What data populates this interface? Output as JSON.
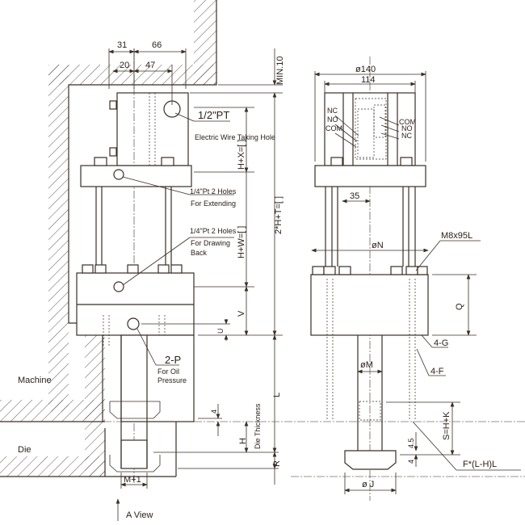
{
  "left_view": {
    "dims": {
      "d31": "31",
      "d66": "66",
      "d20": "20",
      "d47": "47",
      "min10": "MIN.10",
      "hx": "H+X=[  ]",
      "hw": "H+W=[  ]",
      "two_h_t": "2*H+T=[  ]",
      "v": "V",
      "u": "U",
      "l": "L",
      "four": "4",
      "h": "H",
      "r": "R",
      "die_thickness": "Die Thickness",
      "m_plus_1": "M+1"
    },
    "callouts": {
      "pt_half": "1/2\"PT",
      "electric_wire": "Electric Wire Taking Hole",
      "extend_holes": "1/4\"Pt 2 Holes",
      "extend_purpose": "For Extending",
      "draw_holes": "1/4\"Pt 2 Holes",
      "draw_purpose1": "For Drawing",
      "draw_purpose2": "Back",
      "oil_port": "2-P",
      "oil_purpose1": "For Oil",
      "oil_purpose2": "Pressure"
    },
    "labels": {
      "machine": "Machine",
      "die": "Die",
      "a_view": "A View"
    }
  },
  "right_view": {
    "dims": {
      "d140": "ø140",
      "d114": "114",
      "d35": "35",
      "dn": "øN",
      "q": "Q",
      "dm": "øM",
      "s": "S=H+K",
      "d45": "4.5",
      "d4": "4",
      "dj": "ø J"
    },
    "callouts": {
      "bolt": "M8x95L",
      "g": "4-G",
      "f": "4-F",
      "fl": "F*(L-H)L"
    },
    "switch_left": [
      "NC",
      "NO",
      "COM"
    ],
    "switch_right": [
      "COM",
      "NO",
      "NC"
    ]
  }
}
